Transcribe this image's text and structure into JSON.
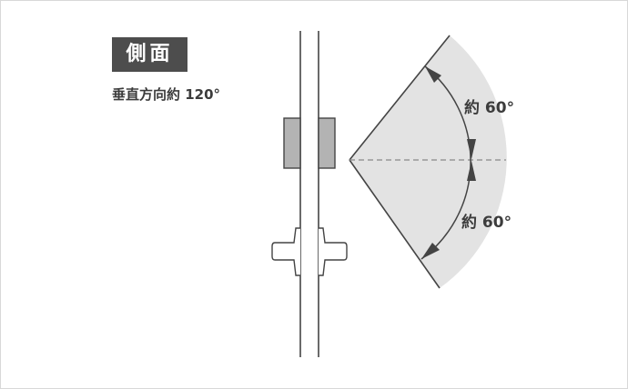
{
  "title": "側面",
  "subtitle": "垂直方向約 120°",
  "angle_upper": "約 60°",
  "angle_lower": "約 60°",
  "colors": {
    "line": "#444444",
    "sector": "#e3e3e3",
    "latch": "#b3b3b3",
    "badge": "#4d4d4d"
  }
}
